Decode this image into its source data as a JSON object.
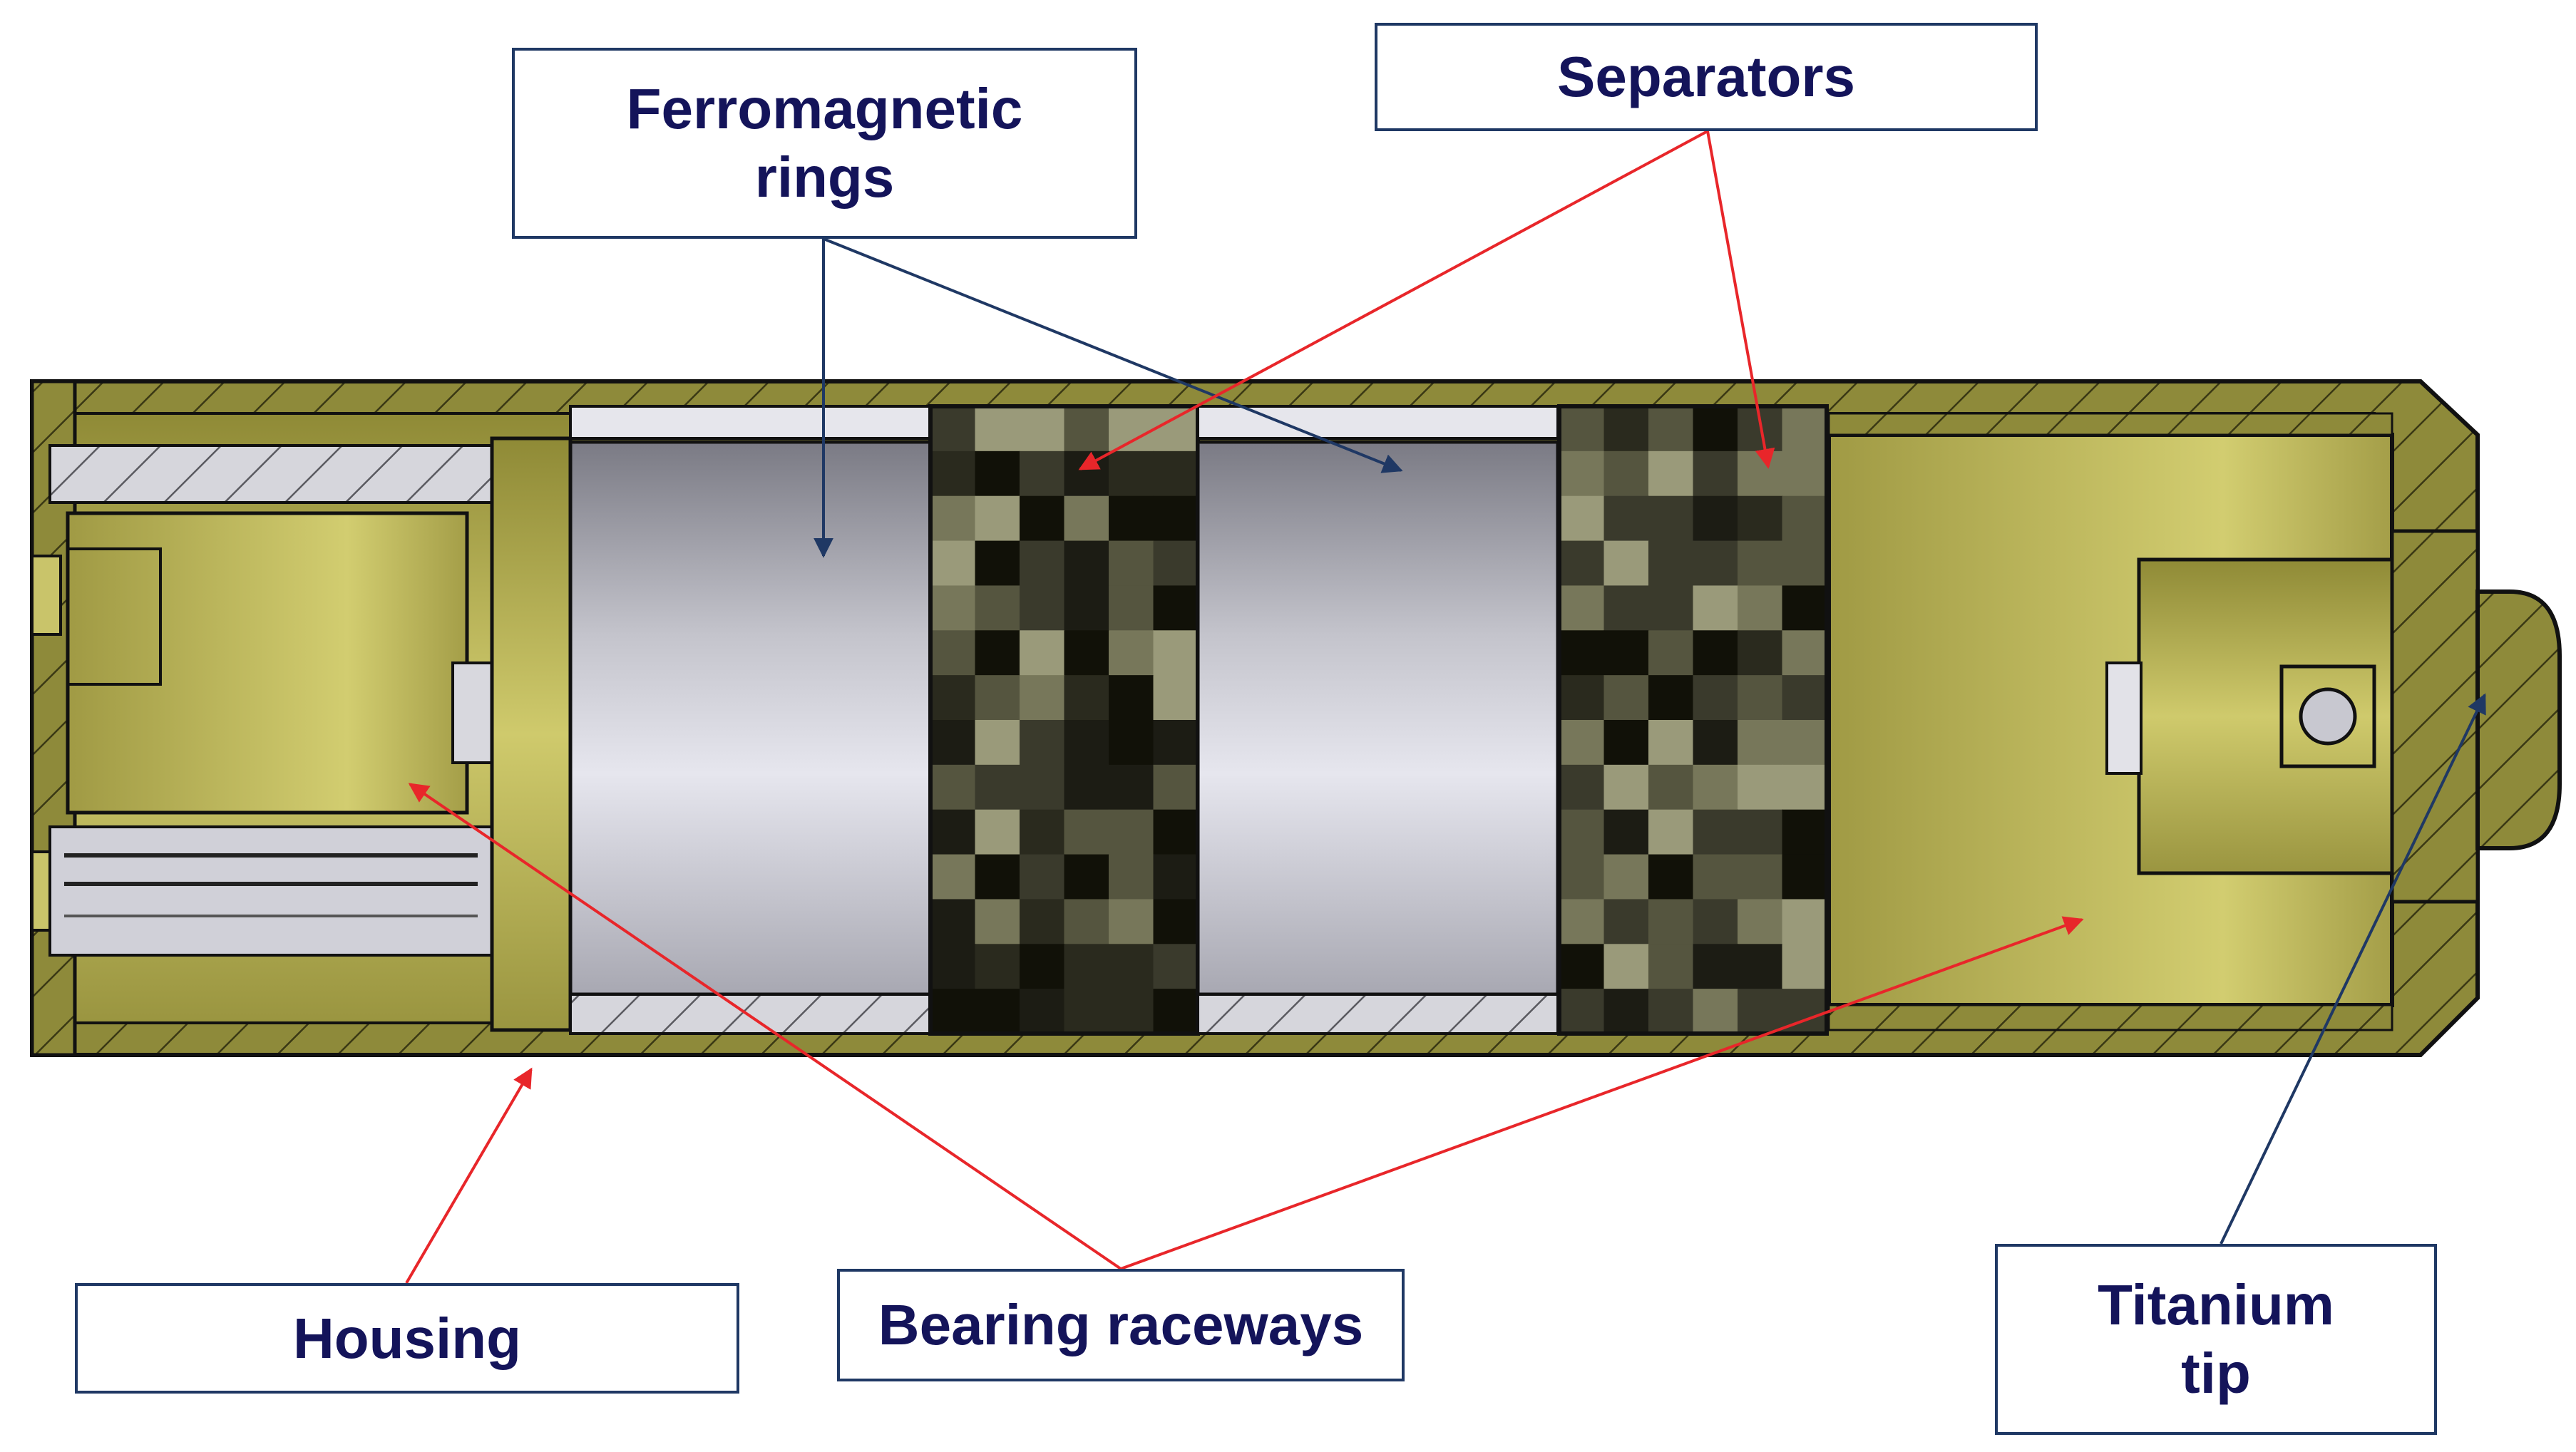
{
  "colors": {
    "housing_olive": "#8e8a3a",
    "housing_light": "#c9c46a",
    "ferromagnetic_silver": "#c8c8d2",
    "separator_dark": "#2c2c22",
    "label_text": "#14145a",
    "label_border": "#1f3864",
    "arrow_red": "#e8262a",
    "arrow_blue": "#1f3864"
  },
  "labels": {
    "ferromagnetic": {
      "line1": "Ferromagnetic",
      "line2": "rings",
      "arrow_color": "blue"
    },
    "separators": {
      "text": "Separators",
      "arrow_color": "red"
    },
    "housing": {
      "text": "Housing",
      "arrow_color": "red"
    },
    "bearing": {
      "text": "Bearing raceways",
      "arrow_color": "red"
    },
    "tip": {
      "line1": "Titanium",
      "line2": "tip",
      "arrow_color": "blue"
    }
  }
}
